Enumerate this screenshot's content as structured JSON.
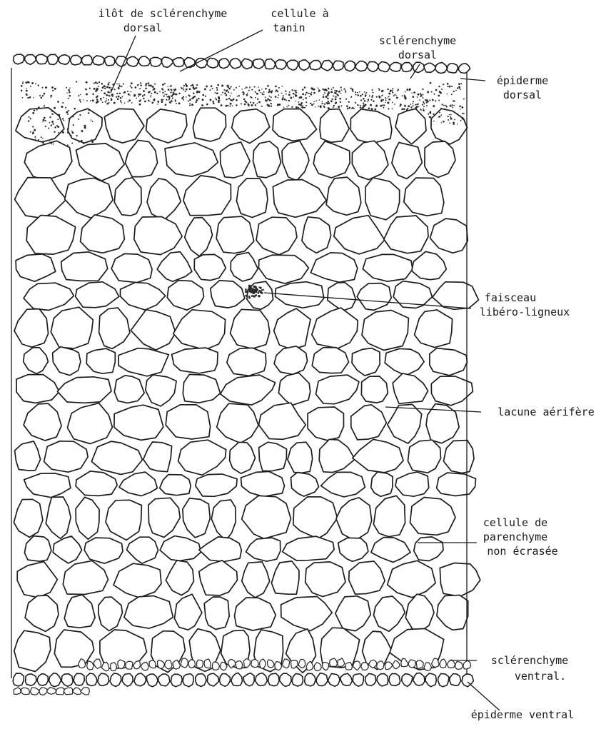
{
  "labels": {
    "ilot_sclerenchyme": [
      "ilôt de sclérenchyme",
      "dorsal"
    ],
    "cellule_tanin": [
      "cellule à",
      "tanin"
    ],
    "sclerenchyme_dorsal": [
      "sclérenchyme",
      "dorsal"
    ],
    "epiderme_dorsal": [
      "épiderme",
      "dorsal"
    ],
    "faisceau": [
      "faisceau",
      "libéro-ligneux"
    ],
    "lacune": [
      "lacune aérifère"
    ],
    "cellule_parenchyme": [
      "cellule de",
      "parenchyme",
      "non écrasée"
    ],
    "sclerenchyme_ventral": [
      "sclérenchyme",
      "ventral."
    ],
    "epiderme_ventral": [
      "épiderme ventral"
    ]
  },
  "colors": {
    "ink": "#1c1c1c",
    "paper": "#ffffff"
  }
}
